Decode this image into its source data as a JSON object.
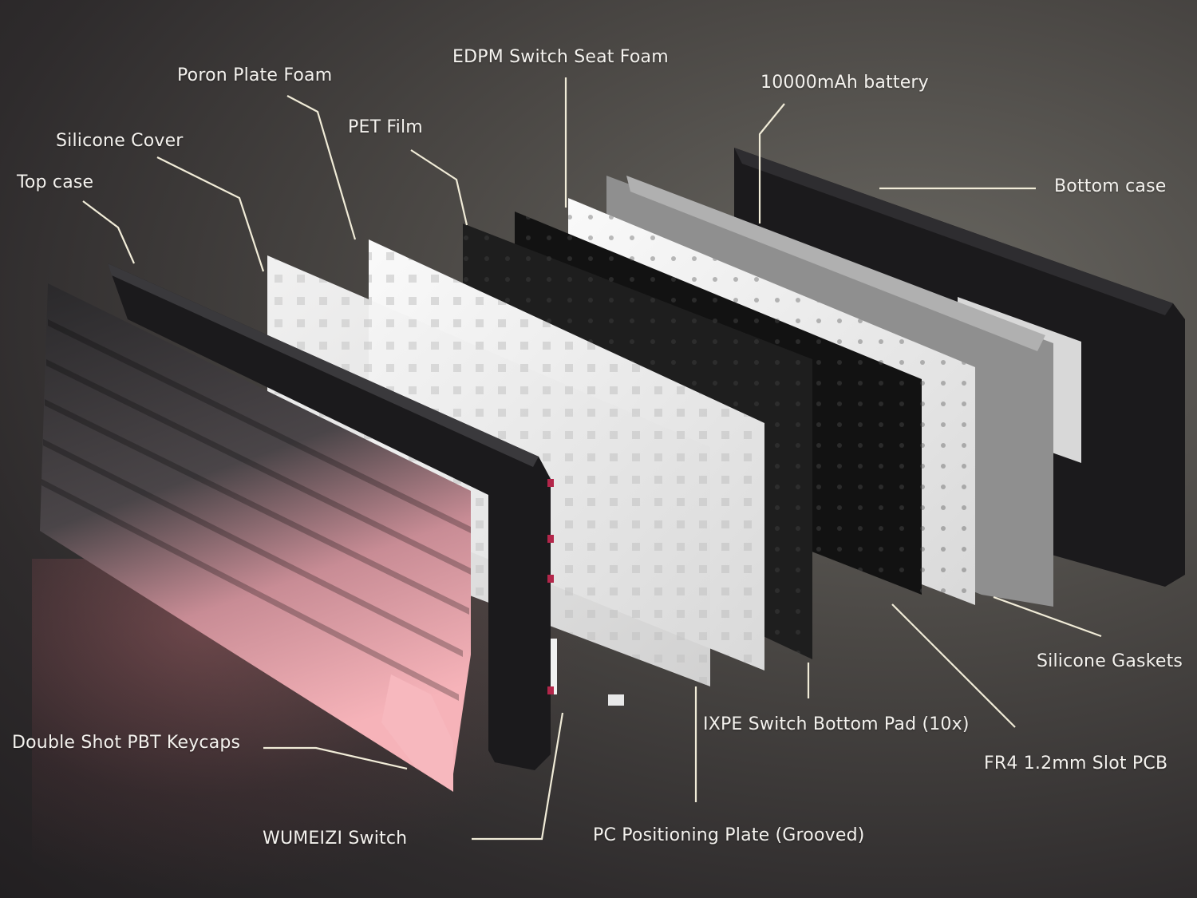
{
  "diagram": {
    "type": "exploded-view",
    "subject": "Mechanical keyboard exploded assembly",
    "colors": {
      "background_light": "#6a6862",
      "background_dark": "#221f21",
      "label_text": "#f4f2ee",
      "leader_line": "#f1ecd8",
      "keycap_dark": "#2b2a2c",
      "keycap_pink": "#f4aeb4",
      "case_black": "#1b1a1c",
      "plate_white": "#f2f2f2",
      "switch_red": "#b3264a"
    },
    "labels": [
      {
        "id": "top-case",
        "text": "Top case"
      },
      {
        "id": "silicone-cover",
        "text": "Silicone Cover"
      },
      {
        "id": "poron-plate-foam",
        "text": "Poron Plate Foam"
      },
      {
        "id": "pet-film",
        "text": "PET Film"
      },
      {
        "id": "edpm-switch-seat-foam",
        "text": "EDPM Switch Seat Foam"
      },
      {
        "id": "battery",
        "text": "10000mAh battery"
      },
      {
        "id": "bottom-case",
        "text": "Bottom case"
      },
      {
        "id": "silicone-gaskets",
        "text": "Silicone Gaskets"
      },
      {
        "id": "fr4-pcb",
        "text": "FR4 1.2mm Slot PCB"
      },
      {
        "id": "ixpe-pad",
        "text": "IXPE Switch Bottom Pad (10x)"
      },
      {
        "id": "pc-plate",
        "text": "PC Positioning Plate (Grooved)"
      },
      {
        "id": "switch",
        "text": "WUMEIZI Switch"
      },
      {
        "id": "keycaps",
        "text": "Double Shot PBT Keycaps"
      }
    ]
  }
}
